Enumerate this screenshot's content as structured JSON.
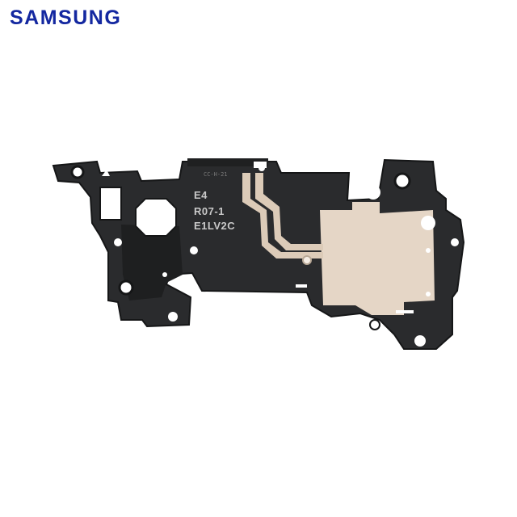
{
  "brand": {
    "logo_text": "SAMSUNG",
    "color": "#1428a0"
  },
  "part_markings": {
    "line1": "E4",
    "line2": "R07-1",
    "line3": "E1LV2C"
  },
  "colors": {
    "bracket": "#2a2b2d",
    "bracket_edge": "#1a1b1c",
    "pad": "#e5d6c6",
    "background": "#ffffff"
  }
}
